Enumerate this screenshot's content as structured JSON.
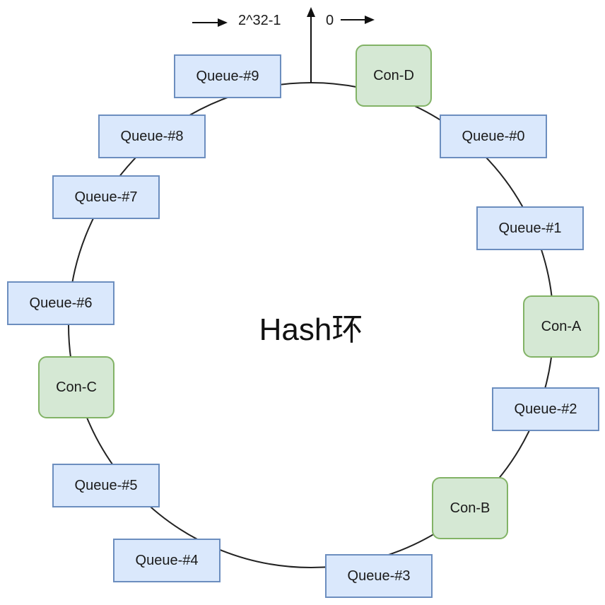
{
  "diagram": {
    "center_label": "Hash环",
    "max_label": "2^32-1",
    "zero_label": "0",
    "queues": [
      {
        "label": "Queue-#0"
      },
      {
        "label": "Queue-#1"
      },
      {
        "label": "Queue-#2"
      },
      {
        "label": "Queue-#3"
      },
      {
        "label": "Queue-#4"
      },
      {
        "label": "Queue-#5"
      },
      {
        "label": "Queue-#6"
      },
      {
        "label": "Queue-#7"
      },
      {
        "label": "Queue-#8"
      },
      {
        "label": "Queue-#9"
      }
    ],
    "consumers": [
      {
        "label": "Con-A"
      },
      {
        "label": "Con-B"
      },
      {
        "label": "Con-C"
      },
      {
        "label": "Con-D"
      }
    ],
    "colors": {
      "queue_fill": "#dae8fc",
      "queue_border": "#6c8ebf",
      "consumer_fill": "#d5e8d4",
      "consumer_border": "#82b366",
      "ring": "#222222"
    }
  }
}
